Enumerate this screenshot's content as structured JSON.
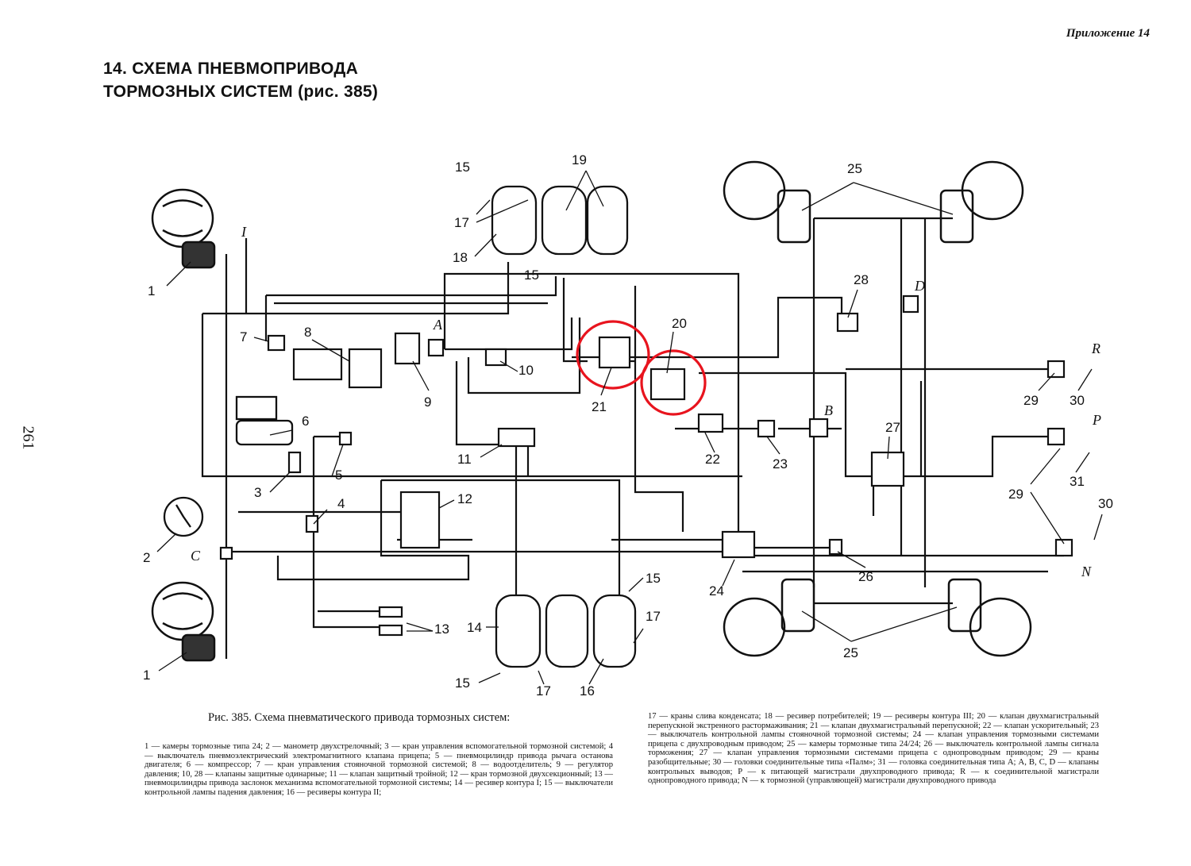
{
  "header": {
    "appendix": "Приложение 14",
    "page_number": "261",
    "title_line1": "14. СХЕМА ПНЕВМОПРИВОДА",
    "title_line2": "ТОРМОЗНЫХ СИСТЕМ (рис. 385)"
  },
  "labels": {
    "n1": "1",
    "n2": "2",
    "n3": "3",
    "n4": "4",
    "n5": "5",
    "n6": "6",
    "n7": "7",
    "n8": "8",
    "n9": "9",
    "n10": "10",
    "n11": "11",
    "n12": "12",
    "n13": "13",
    "n14": "14",
    "n15": "15",
    "n16": "16",
    "n17": "17",
    "n18": "18",
    "n19": "19",
    "n20": "20",
    "n21": "21",
    "n22": "22",
    "n23": "23",
    "n24": "24",
    "n25": "25",
    "n26": "26",
    "n27": "27",
    "n28": "28",
    "n29": "29",
    "n30": "30",
    "n31": "31",
    "roman_I": "I",
    "A": "A",
    "B": "B",
    "C": "C",
    "D": "D",
    "R": "R",
    "P": "P",
    "N": "N"
  },
  "caption": {
    "figure": "Рис. 385. Схема пневматического привода тормозных систем:",
    "legend_left": "1 — камеры тормозные типа 24; 2 — манометр двухстрелочный; 3 — кран управления вспомогательной тормозной системой; 4 — выключатель пневмоэлектрический электромагнитного клапана прицепа; 5 — пневмоцилиндр привода рычага останова двигателя; 6 — компрессор; 7 — кран управления стояночной тормозной системой; 8 — водоотделитель; 9 — регулятор давления; 10, 28 — клапаны защитные одинарные; 11 — клапан защитный тройной; 12 — кран тормозной двухсекционный; 13 — пневмоцилиндры привода заслонок механизма вспомогательной тормозной системы; 14 — ресивер контура I; 15 — выключатели контрольной лампы падения давления; 16 — ресиверы контура II;",
    "legend_right": "17 — краны слива конденсата; 18 — ресивер потребителей; 19 — ресиверы контура III; 20 — клапан двухмагистральный перепускной экстренного растормаживания; 21 — клапан двухмагистральный перепускной; 22 — клапан ускорительный; 23 — выключатель контрольной лампы стояночной тормозной системы; 24 — клапан управления тормозными системами прицепа с двухпроводным приводом; 25 — камеры тормозные типа 24/24; 26 — выключатель контрольной лампы сигнала торможения; 27 — клапан управления тормозными системами прицепа с однопроводным приводом; 29 — краны разобщительные; 30 — головки соединительные типа «Палм»; 31 — головка соединительная типа А; A, B, C, D — клапаны контрольных выводов; P — к питающей магистрали двухпроводного привода; R — к соединительной магистрали однопроводного привода; N — к тормозной (управляющей) магистрали двухпроводного привода"
  },
  "colors": {
    "ink": "#111111",
    "highlight": "#e8141e",
    "paper": "#ffffff"
  }
}
